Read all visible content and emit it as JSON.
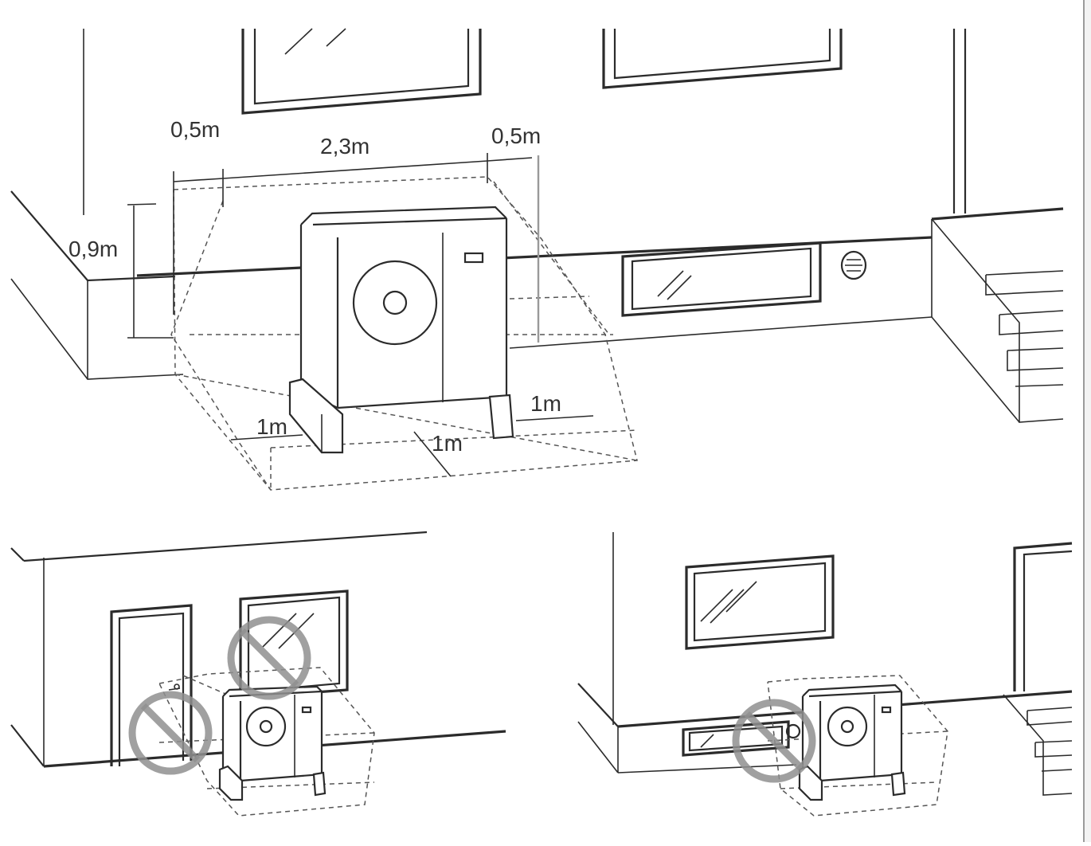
{
  "diagram": {
    "clearances": {
      "left_side": "0,5m",
      "unit_width": "2,3m",
      "right_side": "0,5m",
      "height": "0,9m",
      "front_left": "1m",
      "front": "1m",
      "front_right": "1m"
    },
    "panels": [
      {
        "name": "correct-placement"
      },
      {
        "name": "wrong-near-door-window",
        "prohibited": true
      },
      {
        "name": "wrong-near-basement-window",
        "prohibited": true
      }
    ],
    "colors": {
      "line": "#2b2b2b",
      "dashed_zone": "#555555",
      "prohibit_symbol": "#8f8f8f"
    },
    "icons": [
      "prohibited-icon",
      "heat-pump-unit",
      "window-icon",
      "door-icon",
      "vent-icon",
      "stairs-icon"
    ]
  }
}
